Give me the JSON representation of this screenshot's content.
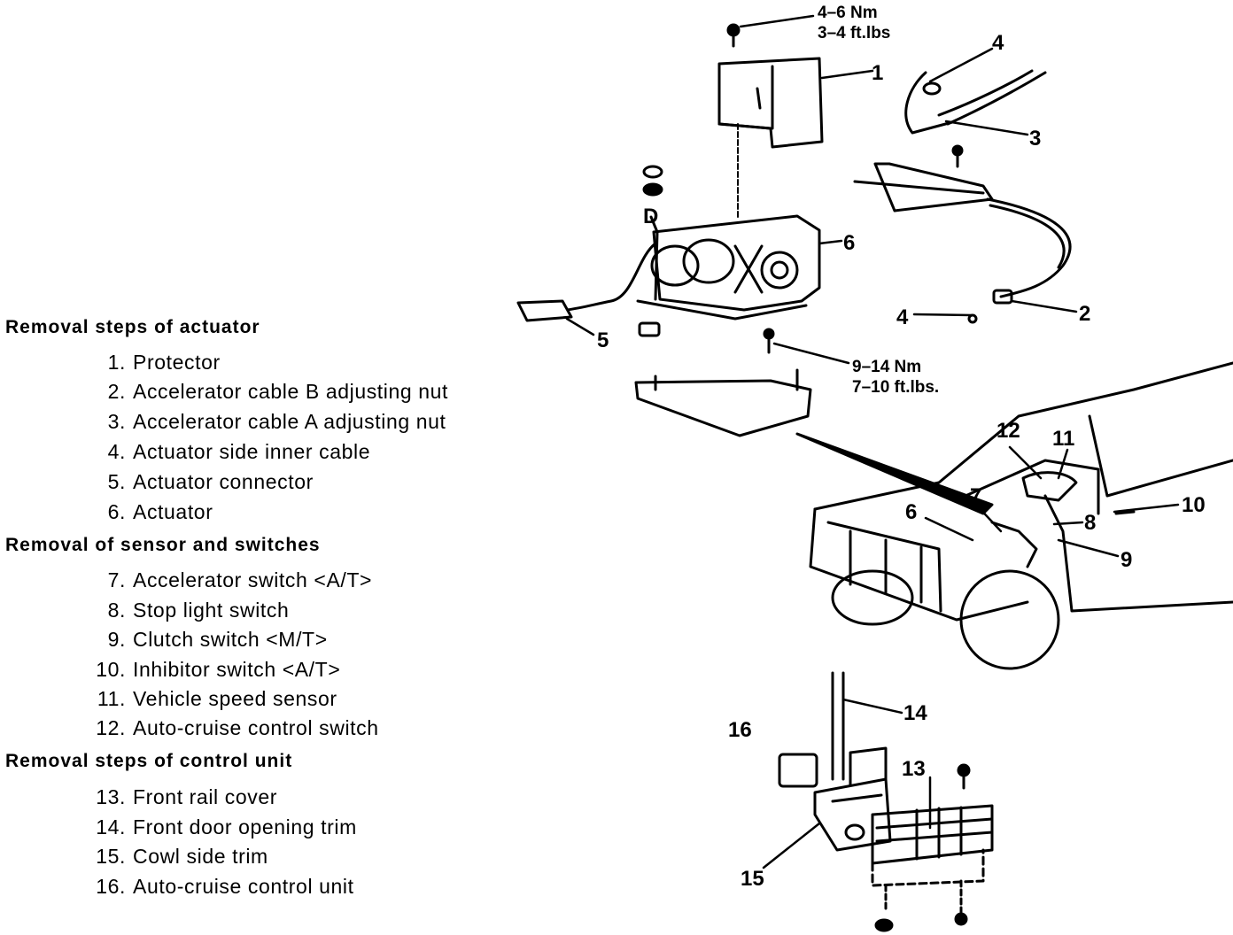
{
  "legend": {
    "sections": [
      {
        "title": "Removal steps of actuator",
        "items": [
          {
            "num": "1.",
            "text": "Protector"
          },
          {
            "num": "2.",
            "text": "Accelerator cable B adjusting nut"
          },
          {
            "num": "3.",
            "text": "Accelerator cable A adjusting nut"
          },
          {
            "num": "4.",
            "text": "Actuator side inner cable"
          },
          {
            "num": "5.",
            "text": "Actuator connector"
          },
          {
            "num": "6.",
            "text": "Actuator"
          }
        ]
      },
      {
        "title": "Removal of sensor and switches",
        "items": [
          {
            "num": "7.",
            "text": "Accelerator switch <A/T>"
          },
          {
            "num": "8.",
            "text": "Stop light switch"
          },
          {
            "num": "9.",
            "text": "Clutch switch <M/T>"
          },
          {
            "num": "10.",
            "text": "Inhibitor switch <A/T>"
          },
          {
            "num": "11.",
            "text": "Vehicle speed sensor"
          },
          {
            "num": "12.",
            "text": "Auto-cruise control switch"
          }
        ]
      },
      {
        "title": "Removal steps of control unit",
        "items": [
          {
            "num": "13.",
            "text": "Front rail cover"
          },
          {
            "num": "14.",
            "text": "Front door opening trim"
          },
          {
            "num": "15.",
            "text": "Cowl side trim"
          },
          {
            "num": "16.",
            "text": "Auto-cruise control unit"
          }
        ]
      }
    ]
  },
  "diagram": {
    "torque_specs": {
      "top": {
        "nm": "4–6 Nm",
        "ftlbs": "3–4 ft.lbs"
      },
      "bracket": {
        "nm": "9–14 Nm",
        "ftlbs": "7–10 ft.lbs."
      }
    },
    "callouts": {
      "c1": "1",
      "c2": "2",
      "c3": "3",
      "c4a": "4",
      "c4b": "4",
      "c5": "5",
      "c6a": "6",
      "c6b": "6",
      "c7": "7",
      "c8": "8",
      "c9": "9",
      "c10": "10",
      "c11": "11",
      "c12": "12",
      "c13": "13",
      "c14": "14",
      "c15": "15",
      "c16": "16",
      "cD": "D"
    }
  }
}
